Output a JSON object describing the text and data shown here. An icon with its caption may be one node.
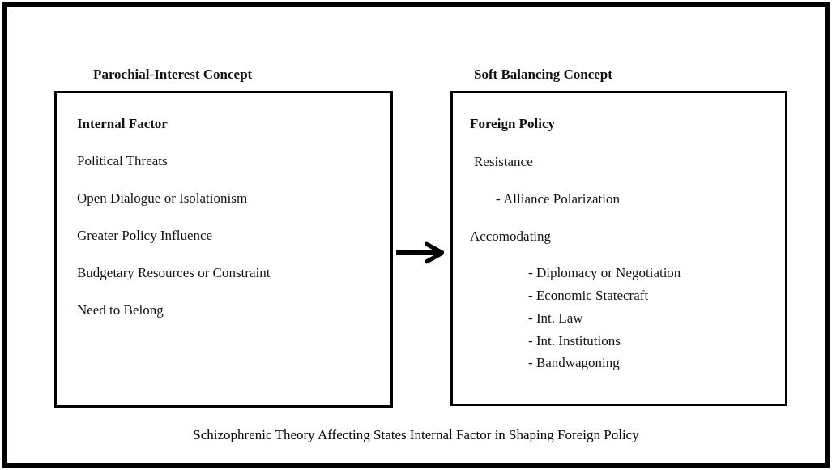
{
  "diagram": {
    "caption": "Schizophrenic Theory Affecting States Internal Factor in Shaping Foreign Policy",
    "nodes": [
      {
        "text": [
          "Parochial-Interest Concept",
          "Internal Factor",
          "Political Threats",
          "Open Dialogue or Isolationism",
          "Greater Policy Influence",
          "Budgetary Resources or Constraint",
          "Need to Belong"
        ]
      },
      {
        "text": [
          "Soft Balancing Concept",
          "Foreign Policy",
          "Resistance",
          "- Alliance Polarization",
          "Accomodating",
          "- Diplomacy or Negotiation",
          "- Economic Statecraft",
          "- Int. Law",
          "- Int. Institutions",
          "- Bandwagoning"
        ]
      }
    ],
    "edges": [
      {
        "from": 0,
        "to": 1,
        "arrow": "to"
      }
    ]
  }
}
